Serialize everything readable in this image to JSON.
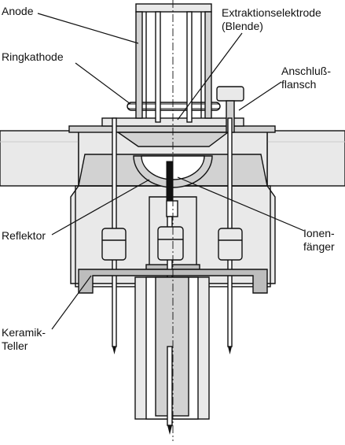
{
  "labels": {
    "anode": "Anode",
    "extraction_line1": "Extraktionselektrode",
    "extraction_line2": "(Blende)",
    "ring_cathode": "Ringkathode",
    "flange_line1": "Anschluß-",
    "flange_line2": "flansch",
    "reflector": "Reflektor",
    "ion_catcher_line1": "Ionen-",
    "ion_catcher_line2": "fänger",
    "ceramic_line1": "Keramik-",
    "ceramic_line2": "Teller"
  },
  "colors": {
    "line": "#111111",
    "fill_light": "#e9e9e9",
    "fill_mid": "#d2d2d2",
    "fill_dark": "#bdbdbd",
    "background": "#ffffff"
  }
}
